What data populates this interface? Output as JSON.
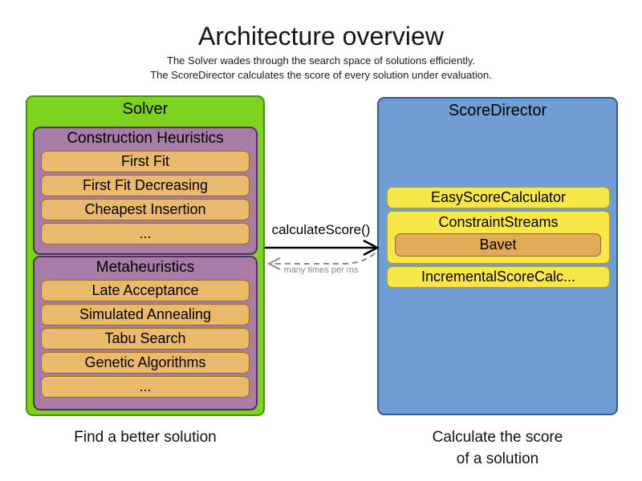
{
  "header": {
    "title": "Architecture overview",
    "subtitle_line1": "The Solver wades through the search space of solutions efficiently.",
    "subtitle_line2": "The ScoreDirector calculates the score of every solution under evaluation."
  },
  "solver": {
    "title": "Solver",
    "caption": "Find a better solution",
    "construction_heuristics": {
      "title": "Construction Heuristics",
      "items": [
        "First Fit",
        "First Fit Decreasing",
        "Cheapest Insertion",
        "..."
      ]
    },
    "metaheuristics": {
      "title": "Metaheuristics",
      "items": [
        "Late Acceptance",
        "Simulated Annealing",
        "Tabu Search",
        "Genetic Algorithms",
        "..."
      ]
    }
  },
  "score_director": {
    "title": "ScoreDirector",
    "caption_line1": "Calculate the score",
    "caption_line2": "of a solution",
    "easy_score_calculator": "EasyScoreCalculator",
    "constraint_streams": "ConstraintStreams",
    "bavet": "Bavet",
    "incremental_score_calculator": "IncrementalScoreCalc..."
  },
  "connection": {
    "call_label": "calculateScore()",
    "frequency_label": "many times per ms"
  },
  "colors": {
    "solver_fill": "#7ed321",
    "solver_border": "#459206",
    "group_fill": "#a87ca7",
    "group_border": "#4e3064",
    "item_fill": "#e9b96e",
    "item_border": "#9c6d0a",
    "score_director_fill": "#6f9dd4",
    "score_director_border": "#335a94",
    "calculator_fill": "#f9e647",
    "calculator_border": "#bca000",
    "bavet_fill": "#e2aa56",
    "call_arrow": "#000000",
    "return_arrow": "#8a8a8a",
    "background": "#ffffff"
  }
}
